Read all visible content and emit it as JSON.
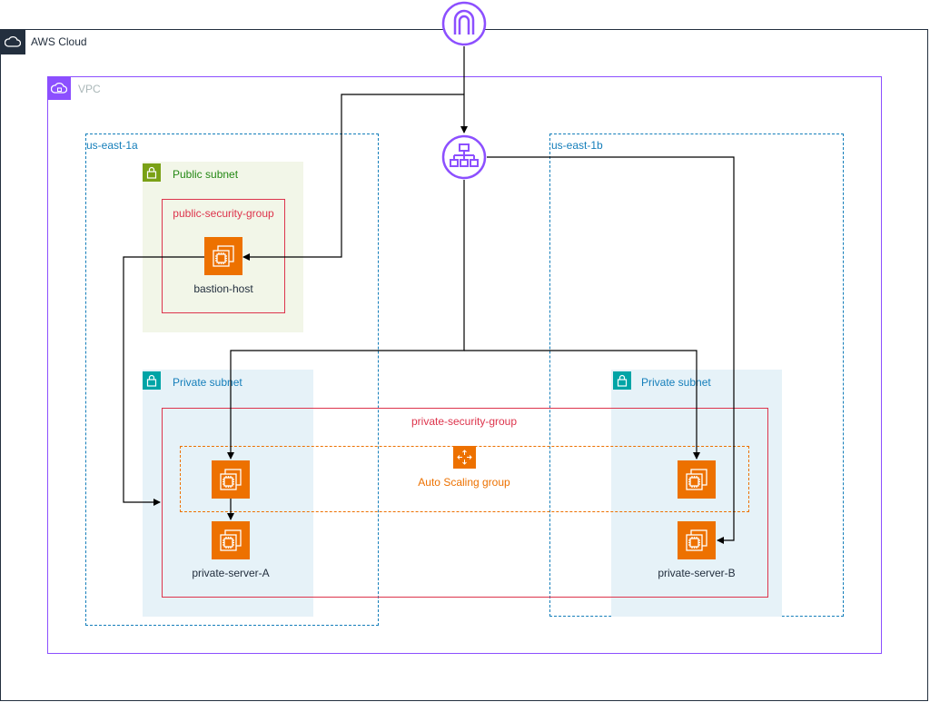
{
  "groups": {
    "aws_cloud": "AWS Cloud",
    "vpc": "VPC",
    "az_a": "us-east-1a",
    "az_b": "us-east-1b",
    "public_subnet": "Public subnet",
    "private_subnet_a": "Private subnet",
    "private_subnet_b": "Private subnet",
    "public_sg": "public-security-group",
    "private_sg": "private-security-group",
    "asg": "Auto Scaling group"
  },
  "nodes": {
    "bastion": "bastion-host",
    "private_a": "private-server-A",
    "private_b": "private-server-B"
  },
  "icons": {
    "internet_gateway": "internet-gateway-icon",
    "load_balancer": "load-balancer-icon",
    "ec2": "ec2-instance-icon",
    "asg": "auto-scaling-icon",
    "cloud": "cloud-icon",
    "vpc": "vpc-icon",
    "lock": "lock-icon"
  },
  "colors": {
    "aws_cloud_border": "#232F3E",
    "vpc_border": "#8C4FFF",
    "az_border": "#147EBA",
    "public_subnet_fill": "#F2F6E8",
    "public_subnet_accent": "#7AA116",
    "private_subnet_fill": "#E6F2F8",
    "private_subnet_accent": "#00A4A6",
    "security_group": "#DD344C",
    "asg": "#ED7100",
    "ec2": "#ED7100",
    "edge": "#000000"
  }
}
